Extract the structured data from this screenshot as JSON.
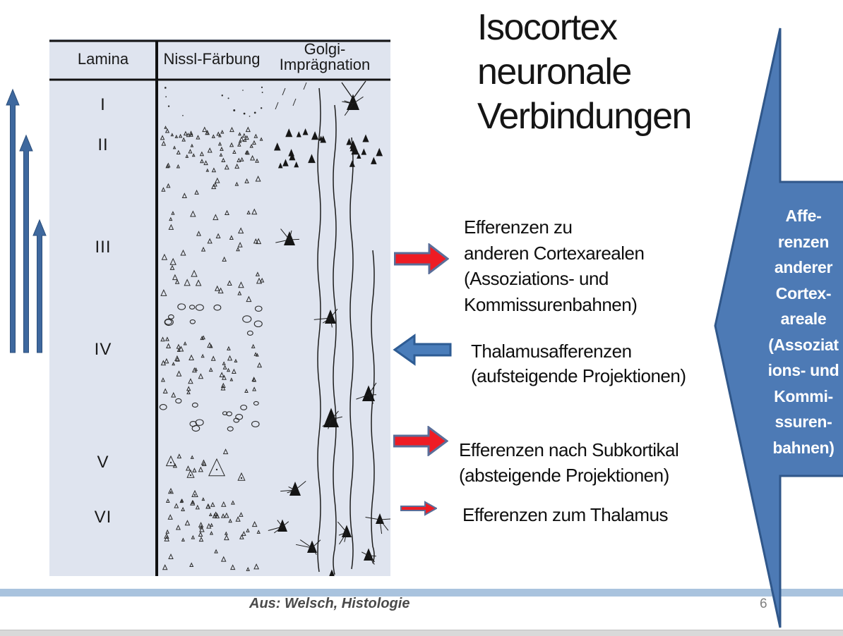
{
  "slide": {
    "title_lines": [
      "Isocortex",
      "neuronale",
      "Verbindungen"
    ],
    "footer": {
      "caption": "Aus: Welsch, Histologie",
      "page_number": "6"
    }
  },
  "figure": {
    "column_headers": {
      "lamina": "Lamina",
      "nissl": "Nissl-Färbung",
      "golgi_line1": "Golgi-",
      "golgi_line2": "Imprägnation"
    },
    "layer_labels": [
      "I",
      "II",
      "III",
      "IV",
      "V",
      "VI"
    ]
  },
  "annotations": [
    {
      "icon": "red-right-arrow",
      "lines": [
        "Efferenzen zu",
        "anderen Cortexarealen",
        "(Assoziations- und",
        "Kommissurenbahnen)"
      ]
    },
    {
      "icon": "blue-left-arrow",
      "lines": [
        "Thalamusafferenzen",
        "(aufsteigende Projektionen)"
      ]
    },
    {
      "icon": "red-right-arrow",
      "lines": [
        "Efferenzen nach Subkortikal",
        "(absteigende Projektionen)"
      ]
    },
    {
      "icon": "small-red-right-arrow",
      "lines": [
        "Efferenzen zum Thalamus"
      ]
    }
  ],
  "big_arrow": {
    "direction": "left",
    "lines": [
      "Affe-",
      "renzen",
      "anderer",
      "Cortex-",
      "areale",
      "(Assoziat",
      "ions- und",
      "Kommi-",
      "ssuren-",
      "bahnen)"
    ]
  },
  "left_arrows": {
    "count": 3,
    "direction": "up"
  },
  "colors": {
    "red_arrow": "#ee1c24",
    "red_arrow_border": "#5a6e99",
    "blue_arrow": "#4a7dba",
    "blue_arrow_border": "#2e5c94",
    "big_arrow_fill": "#4d7ab5",
    "big_arrow_border": "#30578a",
    "left_arrow_fill": "#3e689e",
    "figure_background": "#dfe4ef",
    "footer_bar": "#a9c3de"
  }
}
